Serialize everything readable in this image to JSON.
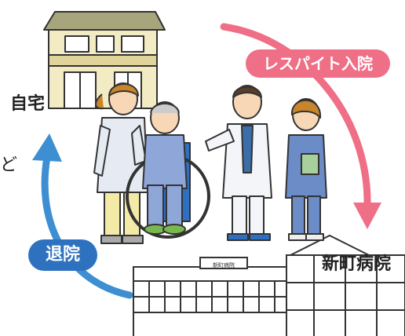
{
  "labels": {
    "home": "自宅",
    "hospital": "新町病院",
    "cut_text": "ど",
    "hospital_sign": "新町病院"
  },
  "badges": {
    "respite": "レスパイト入院",
    "discharge": "退院"
  },
  "colors": {
    "respite_arrow": "#ee6f86",
    "discharge_arrow": "#3d8fd1",
    "house_wall": "#efe6b8",
    "house_roof": "#7a7a58",
    "wheelchair": "#2f6fc2",
    "scrubs": "#6b8cc7"
  }
}
